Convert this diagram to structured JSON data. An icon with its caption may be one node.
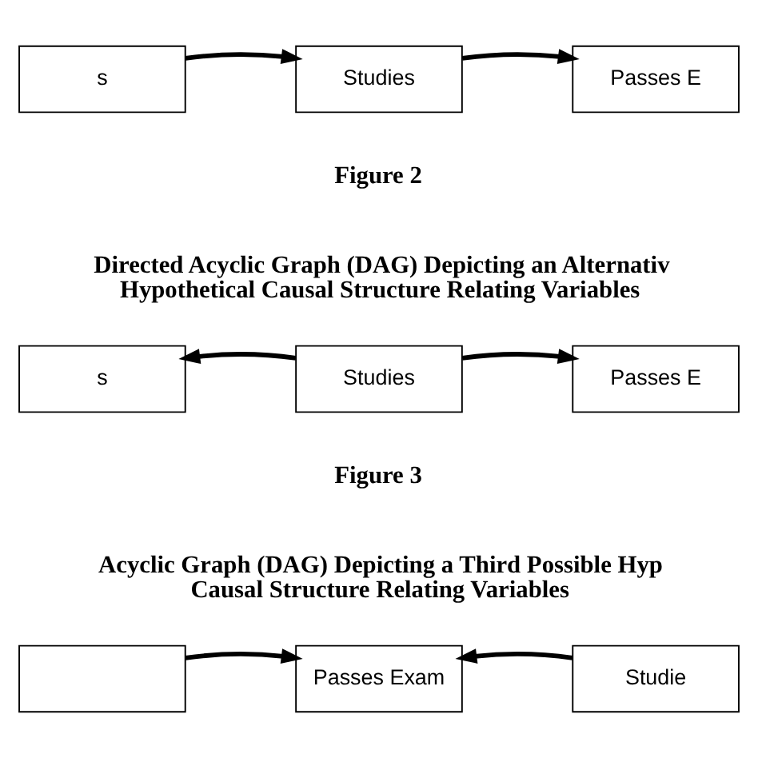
{
  "diagram": {
    "nodes": [
      {
        "text": [
          "s"
        ]
      },
      {
        "text": [
          "Studies"
        ]
      },
      {
        "text": [
          "Passes E"
        ]
      },
      {
        "text": [
          "s"
        ]
      },
      {
        "text": [
          "Studies"
        ]
      },
      {
        "text": [
          "Passes E"
        ]
      },
      {
        "text": [],
        "shape": "box"
      },
      {
        "text": [
          "Passes Exam"
        ]
      },
      {
        "text": [
          "Studie"
        ]
      }
    ],
    "edges": [
      {
        "from": 0,
        "to": 1,
        "arrow": "to"
      },
      {
        "from": 1,
        "to": 2,
        "arrow": "to"
      },
      {
        "from": 4,
        "to": 3,
        "arrow": "to"
      },
      {
        "from": 4,
        "to": 5,
        "arrow": "to"
      },
      {
        "from": 6,
        "to": 7,
        "arrow": "to"
      },
      {
        "from": 8,
        "to": 7,
        "arrow": "to"
      }
    ],
    "labels": [
      "Figure 2",
      "Directed Acyclic Graph (DAG) Depicting an Alternativ Hypothetical Causal Structure Relating Variables",
      "Figure 3",
      "Acyclic Graph (DAG) Depicting a Third Possible Hyp Causal Structure Relating Variables"
    ]
  }
}
